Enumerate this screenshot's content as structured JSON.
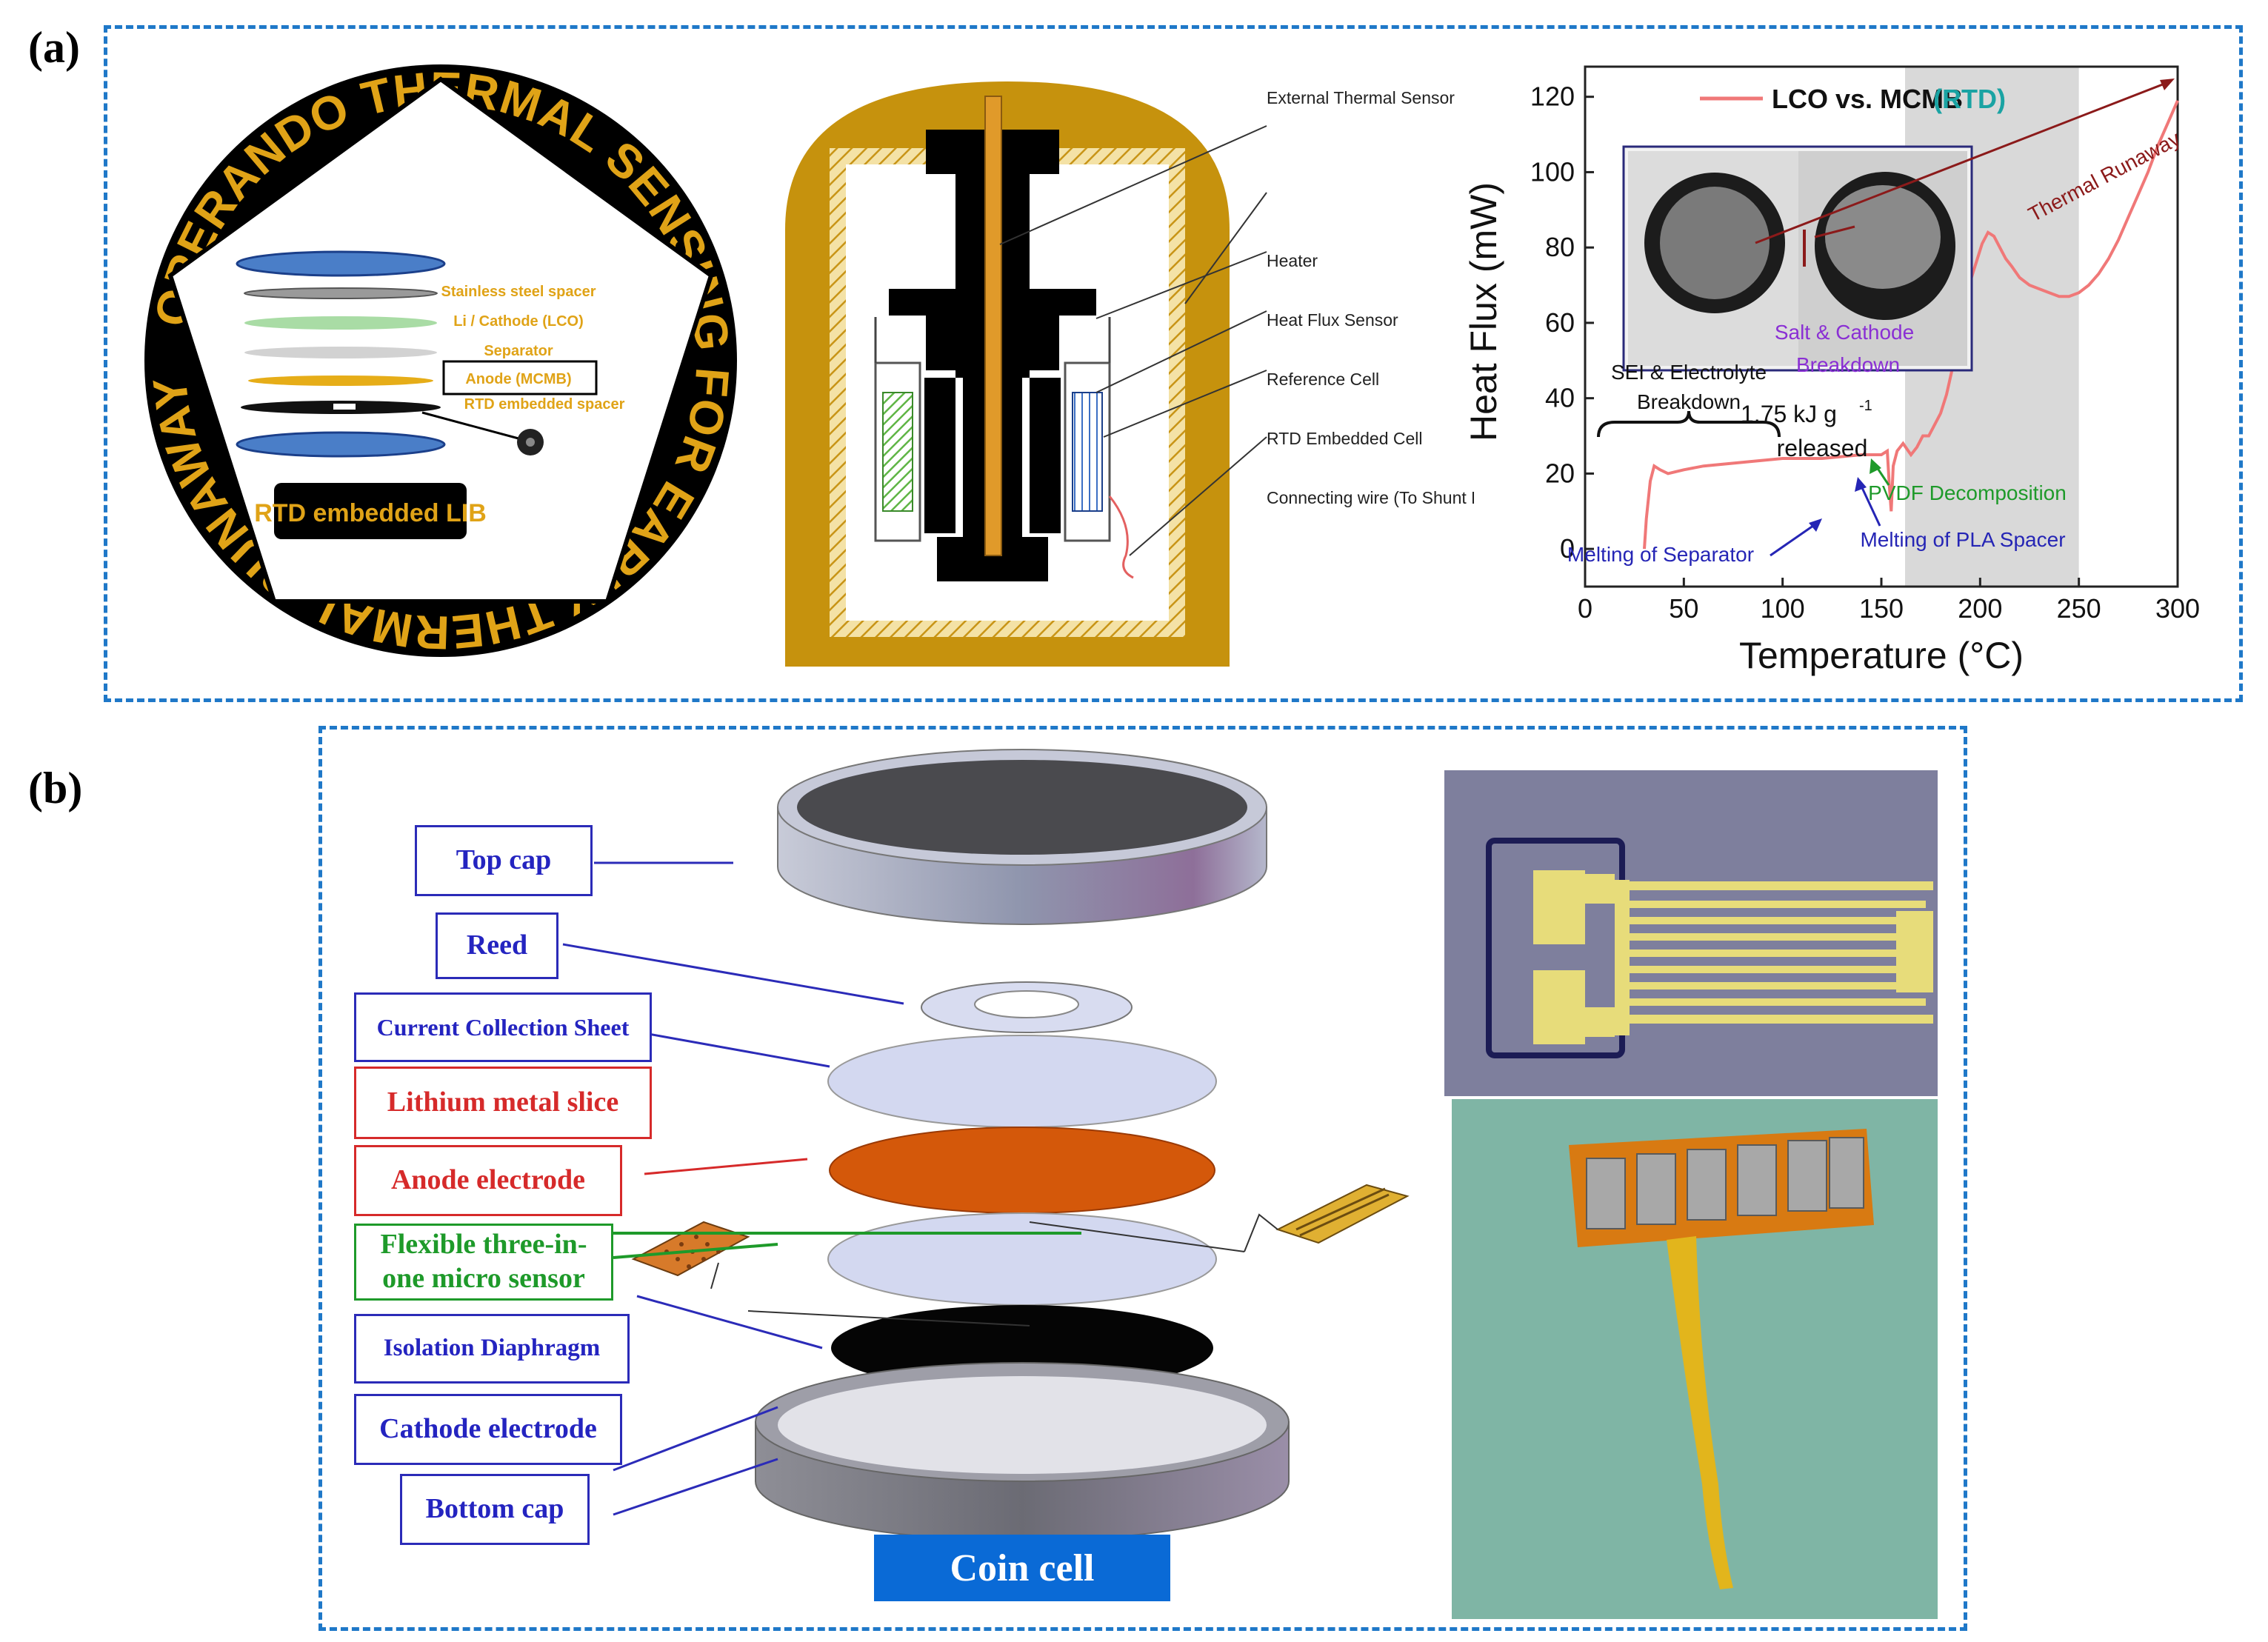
{
  "panels": {
    "a": {
      "letter": "(a)",
      "logo": {
        "ring_text": "OPERANDO THERMAL SENSING FOR EARLY THERMAL RUNAWAY DETECTION",
        "stack_labels": [
          "Stainless steel spacer",
          "Li / Cathode (LCO)",
          "Separator",
          "Anode (MCMB)",
          "RTD embedded spacer"
        ],
        "banner": "RTD embedded LIB"
      },
      "calorimeter": {
        "labels": [
          "External Thermal Sensor",
          "Heater",
          "Heat Flux Sensor",
          "Reference Cell",
          "RTD Embedded Cell",
          "Connecting wire (To Shunt Resistor)"
        ]
      }
    },
    "b": {
      "letter": "(b)",
      "labels": {
        "top_cap": "Top cap",
        "reed": "Reed",
        "current_collection": "Current Collection Sheet",
        "lithium": "Lithium metal slice",
        "anode": "Anode electrode",
        "sensor": "Flexible three-in-one micro sensor",
        "isolation": "Isolation Diaphragm",
        "cathode": "Cathode electrode",
        "bottom_cap": "Bottom cap",
        "coin_cell": "Coin cell"
      }
    }
  },
  "chart_data": {
    "type": "line",
    "xlabel": "Temperature (°C)",
    "ylabel": "Heat Flux (mW)",
    "xlim": [
      0,
      300
    ],
    "ylim": [
      -10,
      128
    ],
    "xticks": [
      0,
      50,
      100,
      150,
      200,
      250,
      300
    ],
    "yticks": [
      0,
      20,
      40,
      60,
      80,
      100,
      120
    ],
    "grid": false,
    "legend": "top",
    "series": [
      {
        "name": "LCO vs. MCMB (RTD)",
        "color": "#f07878",
        "x": [
          30,
          31,
          33,
          35,
          38,
          42,
          50,
          60,
          80,
          100,
          120,
          140,
          150,
          153,
          154,
          155,
          156,
          158,
          161,
          165,
          168,
          171,
          174,
          177,
          180,
          183,
          186,
          189,
          192,
          195,
          198,
          201,
          204,
          207,
          210,
          213,
          216,
          220,
          225,
          230,
          235,
          240,
          245,
          250,
          255,
          260,
          265,
          270,
          275,
          280,
          285,
          290,
          295,
          300
        ],
        "y": [
          0,
          8,
          18,
          22,
          21,
          20,
          21,
          22,
          23,
          24,
          24,
          25,
          25,
          26,
          17,
          10,
          22,
          26,
          28,
          25,
          27,
          30,
          30,
          33,
          36,
          41,
          48,
          56,
          64,
          71,
          76,
          81,
          84,
          83,
          80,
          77,
          75,
          72,
          70,
          69,
          68,
          67,
          67,
          68,
          70,
          73,
          77,
          82,
          88,
          94,
          100,
          107,
          113,
          119
        ]
      }
    ],
    "shaded_region": {
      "x": [
        162,
        250
      ],
      "color": "#d9d9d9"
    },
    "annotations": {
      "sei": "SEI & Electrolyte Breakdown",
      "melting_separator": "Melting of Separator",
      "melting_pla": "Melting of PLA Spacer",
      "pvdf": "PVDF Decomposition",
      "released_value": "1.75 kJ g",
      "released_exp": "-1",
      "released_word": "released",
      "salt": "Salt & Cathode Breakdown",
      "runaway": "Thermal Runaway"
    },
    "legend_label_main": "LCO vs. MCMB",
    "legend_label_paren": "(RTD)"
  }
}
